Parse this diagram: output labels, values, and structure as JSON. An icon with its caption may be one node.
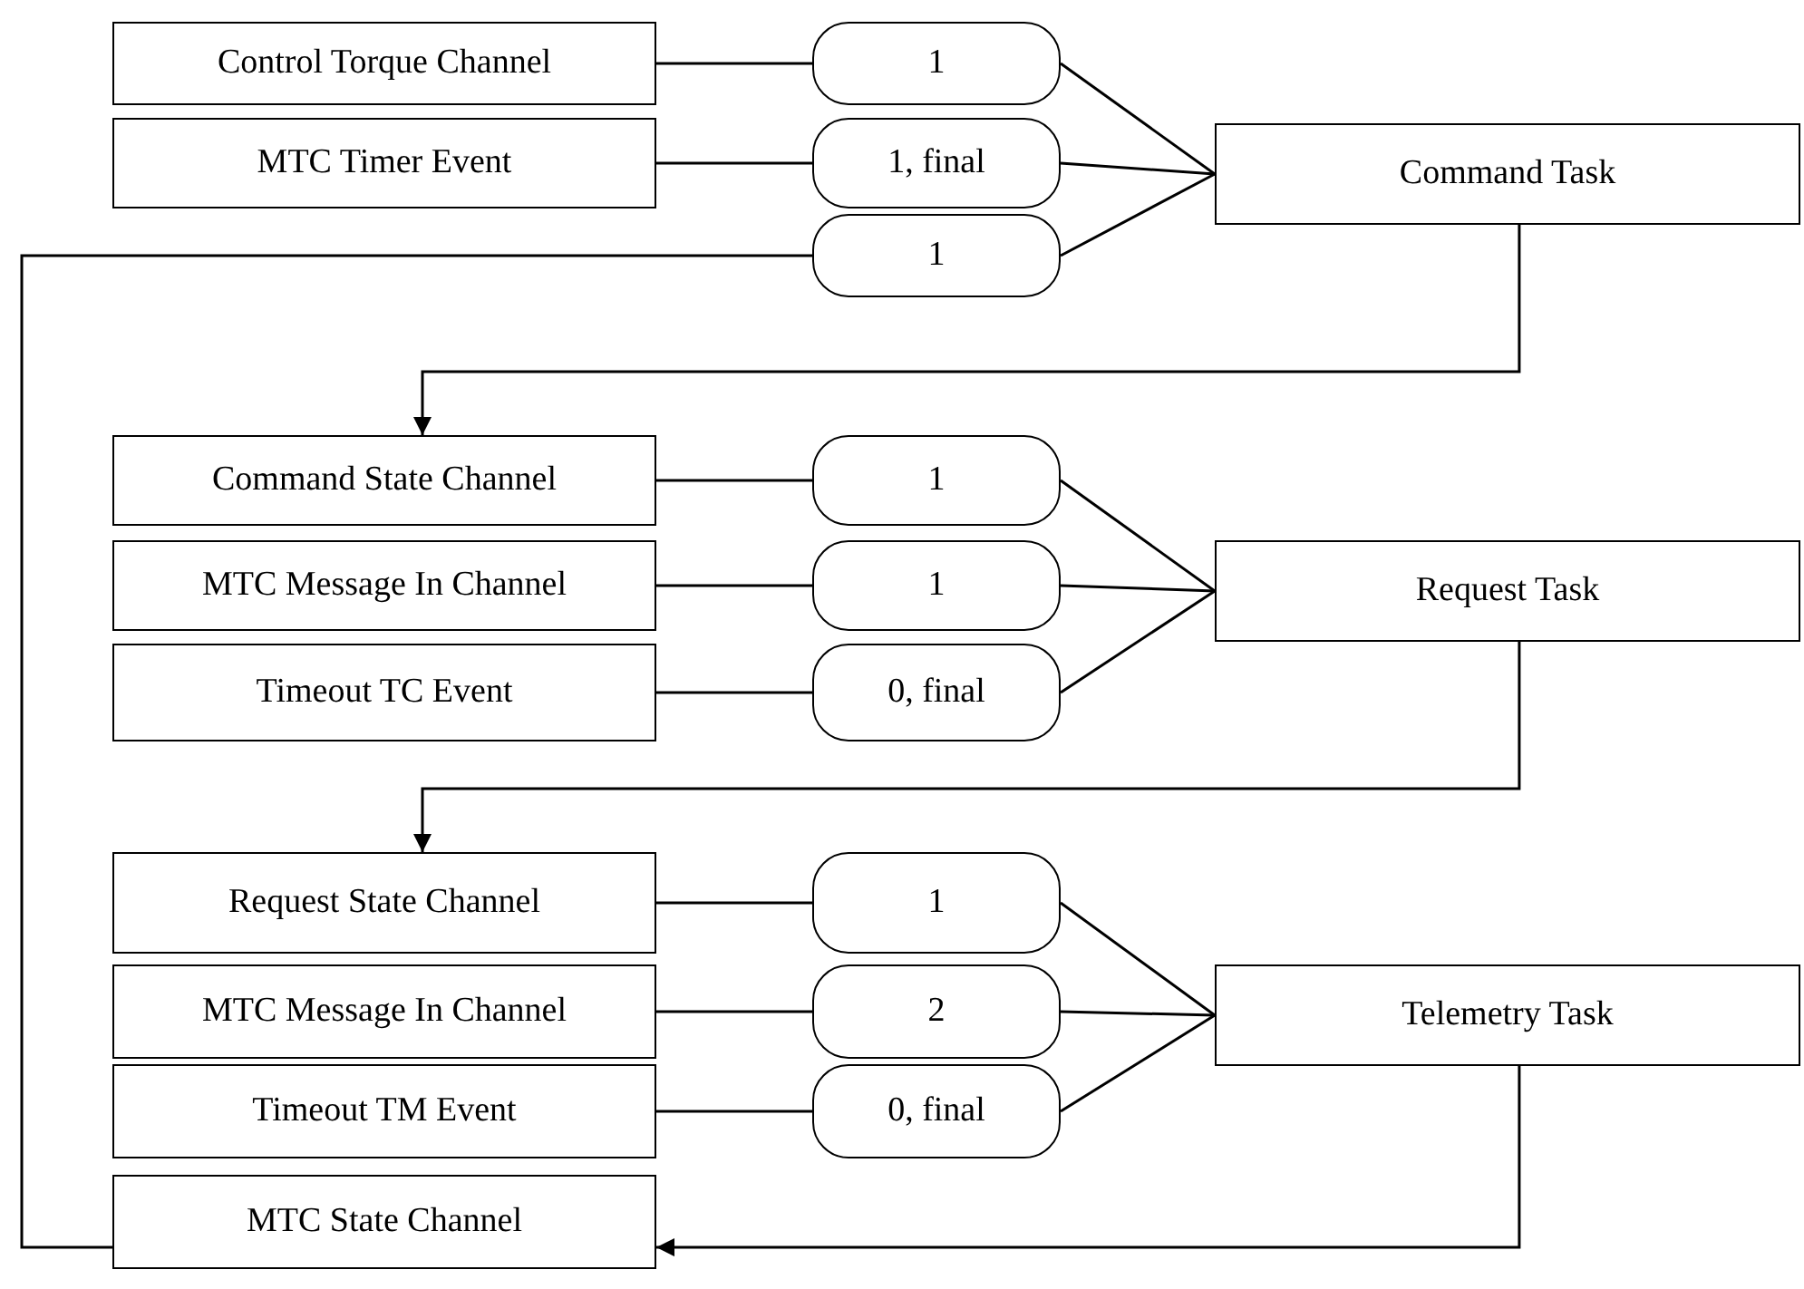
{
  "diagram": {
    "nodes": [
      {
        "text": [
          "Control Torque Channel"
        ]
      },
      {
        "text": [
          "1"
        ]
      },
      {
        "text": [
          "MTC Timer Event"
        ]
      },
      {
        "text": [
          "1, final"
        ]
      },
      {
        "text": [
          "1"
        ]
      },
      {
        "text": [
          "Command Task"
        ]
      },
      {
        "text": [
          "Command State Channel"
        ]
      },
      {
        "text": [
          "1"
        ]
      },
      {
        "text": [
          "MTC Message In Channel"
        ]
      },
      {
        "text": [
          "1"
        ]
      },
      {
        "text": [
          "Timeout TC Event"
        ]
      },
      {
        "text": [
          "0, final"
        ]
      },
      {
        "text": [
          "Request Task"
        ]
      },
      {
        "text": [
          "Request State Channel"
        ]
      },
      {
        "text": [
          "1"
        ]
      },
      {
        "text": [
          "MTC Message In Channel"
        ]
      },
      {
        "text": [
          "2"
        ]
      },
      {
        "text": [
          "Timeout TM Event"
        ]
      },
      {
        "text": [
          "0, final"
        ]
      },
      {
        "text": [
          "Telemetry Task"
        ]
      },
      {
        "text": [
          "MTC State Channel"
        ]
      }
    ],
    "edges": [
      {
        "from": 0,
        "to": 1,
        "arrow": "none"
      },
      {
        "from": 2,
        "to": 3,
        "arrow": "none"
      },
      {
        "from": 1,
        "to": 5,
        "arrow": "none"
      },
      {
        "from": 3,
        "to": 5,
        "arrow": "none"
      },
      {
        "from": 4,
        "to": 5,
        "arrow": "none"
      },
      {
        "from": 5,
        "to": 6,
        "arrow": "to"
      },
      {
        "from": 6,
        "to": 7,
        "arrow": "none"
      },
      {
        "from": 8,
        "to": 9,
        "arrow": "none"
      },
      {
        "from": 10,
        "to": 11,
        "arrow": "none"
      },
      {
        "from": 7,
        "to": 12,
        "arrow": "none"
      },
      {
        "from": 9,
        "to": 12,
        "arrow": "none"
      },
      {
        "from": 11,
        "to": 12,
        "arrow": "none"
      },
      {
        "from": 12,
        "to": 13,
        "arrow": "to"
      },
      {
        "from": 13,
        "to": 14,
        "arrow": "none"
      },
      {
        "from": 15,
        "to": 16,
        "arrow": "none"
      },
      {
        "from": 17,
        "to": 18,
        "arrow": "none"
      },
      {
        "from": 14,
        "to": 19,
        "arrow": "none"
      },
      {
        "from": 16,
        "to": 19,
        "arrow": "none"
      },
      {
        "from": 18,
        "to": 19,
        "arrow": "none"
      },
      {
        "from": 19,
        "to": 20,
        "arrow": "to"
      },
      {
        "from": 20,
        "to": 4,
        "arrow": "none"
      }
    ]
  }
}
